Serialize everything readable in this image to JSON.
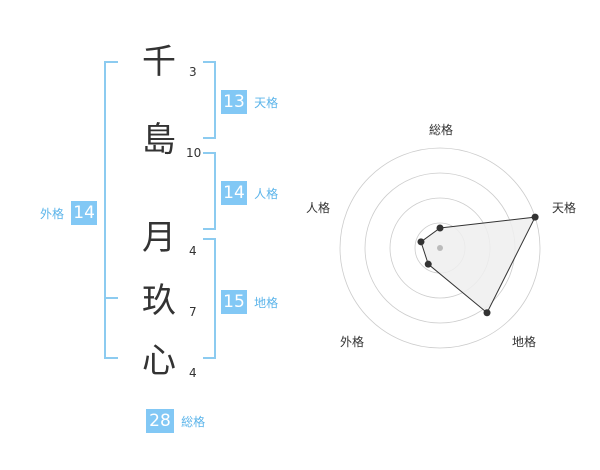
{
  "name": {
    "characters": [
      {
        "char": "千",
        "strokes": "3"
      },
      {
        "char": "島",
        "strokes": "10"
      },
      {
        "char": "月",
        "strokes": "4"
      },
      {
        "char": "玖",
        "strokes": "7"
      },
      {
        "char": "心",
        "strokes": "4"
      }
    ]
  },
  "fortune": {
    "tenkaku": {
      "value": "13",
      "label": "天格"
    },
    "jinkaku": {
      "value": "14",
      "label": "人格"
    },
    "chikaku": {
      "value": "15",
      "label": "地格"
    },
    "gaikaku": {
      "value": "14",
      "label": "外格"
    },
    "soukaku": {
      "value": "28",
      "label": "総格"
    }
  },
  "chart_data": {
    "type": "radar",
    "axes": [
      "総格",
      "天格",
      "地格",
      "外格",
      "人格"
    ],
    "values": [
      1,
      5,
      4,
      1,
      1
    ],
    "range": [
      0,
      5
    ],
    "rings": 4,
    "colors": {
      "ring": "#cccccc",
      "fill": "#eeeeee",
      "line": "#333333",
      "point": "#333333",
      "center": "#bbbbbb"
    }
  }
}
